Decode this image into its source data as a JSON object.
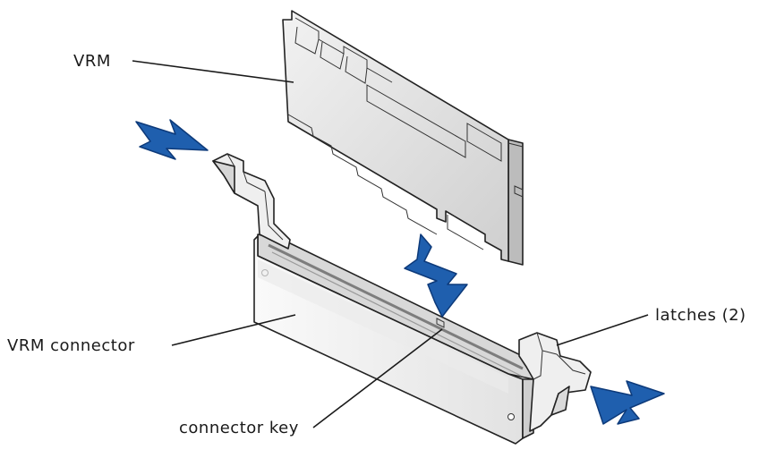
{
  "labels": {
    "vrm": "VRM",
    "latches": "latches (2)",
    "vrm_connector": "VRM connector",
    "connector_key": "connector key"
  },
  "colors": {
    "arrow_fill": "#1f5fae",
    "arrow_outline": "#0d3a7a",
    "module_face": "#e6e6e6",
    "module_edge": "#bdbdbd",
    "connector_face": "#f4f4f4",
    "connector_shade": "#d4d4d4",
    "slot": "#8c8c8c"
  }
}
